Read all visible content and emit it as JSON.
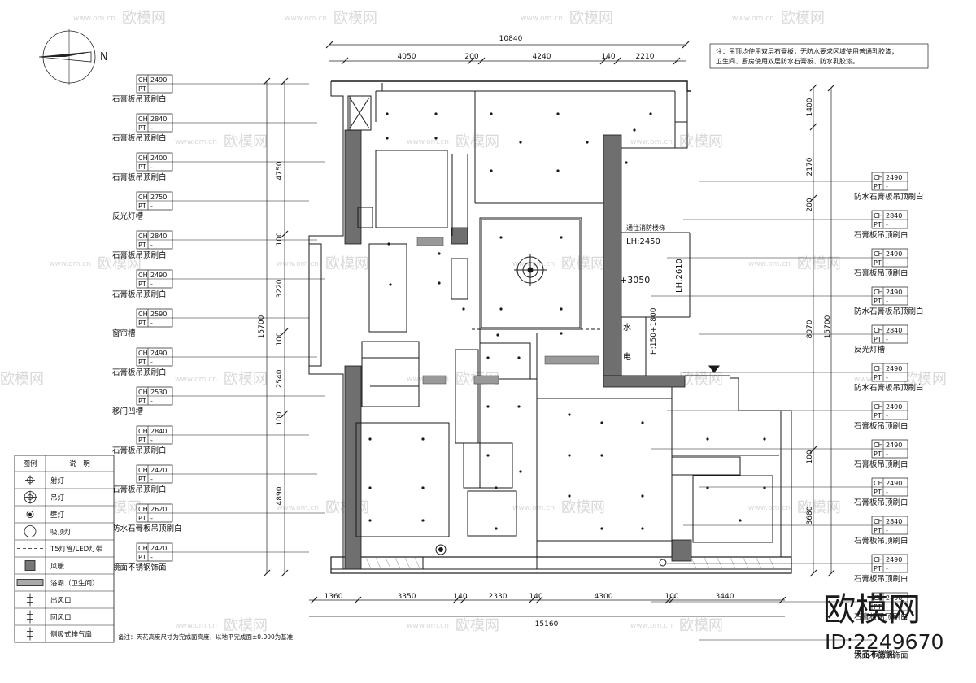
{
  "title": "天花布置图",
  "note": "注：吊顶均使用双层石膏板，无防水要求区域使用普通乳胶漆；卫生间、厨房使用双层防水石膏板、防水乳胶漆。",
  "footer_note": "备注：天花高度尺寸为完成面高度，以地平完成面±0.000为基准",
  "brand": {
    "name": "欧模网",
    "id": "ID:2249670",
    "watermark": "欧模网",
    "watermark_url": "www.om.cn"
  },
  "north": "N",
  "dims_top": {
    "total": "10840",
    "segments": [
      "4050",
      "200",
      "4240",
      "140",
      "2210"
    ]
  },
  "dims_bottom": {
    "total": "15160",
    "segments": [
      "1360",
      "3350",
      "140",
      "2330",
      "140",
      "4300",
      "100",
      "3440"
    ]
  },
  "dims_left": {
    "total": "15700",
    "segments": [
      "4750",
      "100",
      "3220",
      "100",
      "2540",
      "100",
      "4890"
    ]
  },
  "dims_right": {
    "total": "15700",
    "segments": [
      "1400",
      "2170",
      "200",
      "8070",
      "100",
      "3680"
    ]
  },
  "left_tags": [
    {
      "ch": "2490",
      "pt": "-",
      "desc": "石膏板吊顶刷白"
    },
    {
      "ch": "2840",
      "pt": "-",
      "desc": "石膏板吊顶刷白"
    },
    {
      "ch": "2400",
      "pt": "-",
      "desc": "石膏板吊顶刷白"
    },
    {
      "ch": "2750",
      "pt": "-",
      "desc": "反光灯槽"
    },
    {
      "ch": "2840",
      "pt": "-",
      "desc": "石膏板吊顶刷白"
    },
    {
      "ch": "2490",
      "pt": "-",
      "desc": "石膏板吊顶刷白"
    },
    {
      "ch": "2590",
      "pt": "-",
      "desc": "窗帘槽"
    },
    {
      "ch": "2490",
      "pt": "-",
      "desc": "石膏板吊顶刷白"
    },
    {
      "ch": "2530",
      "pt": "-",
      "desc": "移门凹槽"
    },
    {
      "ch": "2840",
      "pt": "-",
      "desc": "石膏板吊顶刷白"
    },
    {
      "ch": "2420",
      "pt": "-",
      "desc": "石膏板吊顶刷白"
    },
    {
      "ch": "2620",
      "pt": "-",
      "desc": "防水石膏板吊顶刷白"
    },
    {
      "ch": "2420",
      "pt": "-",
      "desc": "镜面不锈钢饰面"
    }
  ],
  "right_tags": [
    {
      "ch": "2490",
      "pt": "-",
      "desc": "防水石膏板吊顶刷白"
    },
    {
      "ch": "2840",
      "pt": "-",
      "desc": "石膏板吊顶刷白"
    },
    {
      "ch": "2490",
      "pt": "-",
      "desc": "石膏板吊顶刷白"
    },
    {
      "ch": "2490",
      "pt": "-",
      "desc": "防水石膏板吊顶刷白"
    },
    {
      "ch": "2840",
      "pt": "-",
      "desc": "反光灯槽"
    },
    {
      "ch": "2490",
      "pt": "-",
      "desc": "防水石膏板吊顶刷白"
    },
    {
      "ch": "2490",
      "pt": "-",
      "desc": "石膏板吊顶刷白"
    },
    {
      "ch": "2490",
      "pt": "-",
      "desc": "石膏板吊顶刷白"
    },
    {
      "ch": "2490",
      "pt": "-",
      "desc": "石膏板吊顶刷白"
    },
    {
      "ch": "2840",
      "pt": "-",
      "desc": "石膏板吊顶刷白"
    },
    {
      "ch": "2490",
      "pt": "-",
      "desc": "石膏板吊顶刷白"
    },
    {
      "ch": "2490",
      "pt": "-",
      "desc": "石膏板吊顶刷白"
    },
    {
      "ch": "",
      "pt": "",
      "desc": "镜面不锈钢饰面"
    }
  ],
  "plan_labels": {
    "stair": "通往消防楼梯",
    "lh1": "LH:2450",
    "lh2": "LH:2610",
    "level": "+3050",
    "hh": "H:150+1800",
    "water": "水",
    "elec": "电"
  },
  "legend": {
    "head": [
      "图例",
      "说　明"
    ],
    "rows": [
      {
        "icon": "downlight",
        "text": "射灯"
      },
      {
        "icon": "pendant",
        "text": "吊灯"
      },
      {
        "icon": "wall-light",
        "text": "壁灯"
      },
      {
        "icon": "ceiling-light",
        "text": "吸顶灯"
      },
      {
        "icon": "t5-strip",
        "text": "T5灯管/LED灯带"
      },
      {
        "icon": "fan",
        "text": "风暖"
      },
      {
        "icon": "bath-heater",
        "text": "浴霸（卫生间）"
      },
      {
        "icon": "supply-vent",
        "text": "出风口"
      },
      {
        "icon": "return-vent",
        "text": "回风口"
      },
      {
        "icon": "exhaust-fan",
        "text": "侧吸式排气扇"
      }
    ]
  },
  "colors": {
    "wall": "#6f6f6f",
    "line": "#1a1a1a",
    "accent": "#2a2a2a"
  }
}
